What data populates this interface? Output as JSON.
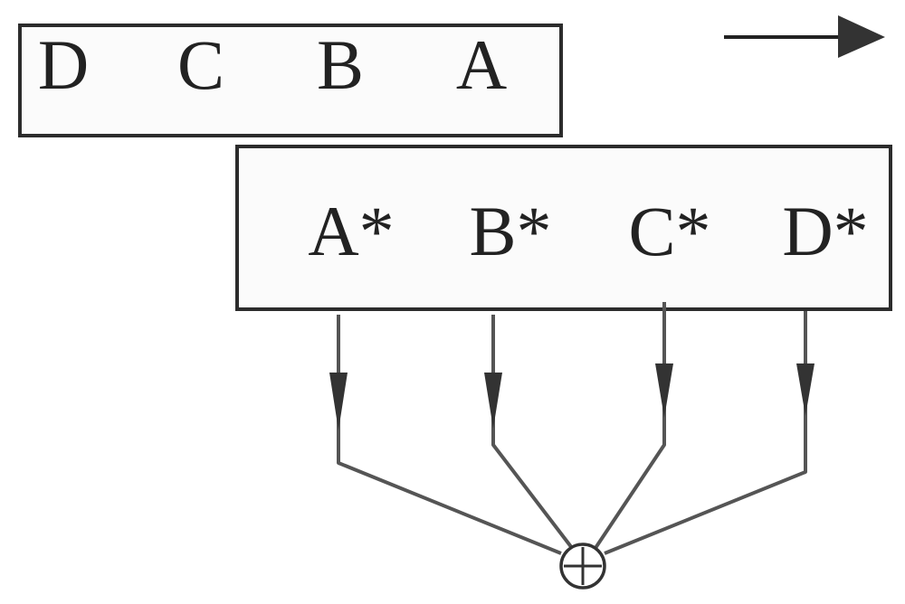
{
  "reference_row": {
    "cells": [
      "D",
      "C",
      "B",
      "A"
    ]
  },
  "shifted_row": {
    "cells": [
      "A*",
      "B*",
      "C*",
      "D*"
    ]
  },
  "direction_arrow": {
    "icon": "right-arrow-icon"
  },
  "summing_node": {
    "icon": "circle-plus-icon",
    "symbol": "⊕"
  }
}
